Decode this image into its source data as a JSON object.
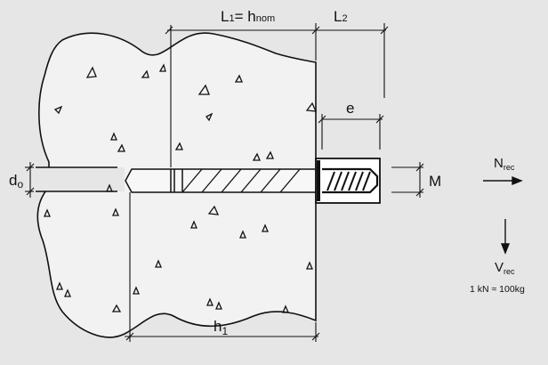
{
  "diagram": {
    "labels": {
      "L1": "L",
      "L1_sub": "1",
      "L1_eq": "= h",
      "L1_eq_sub": "nom",
      "L2": "L",
      "L2_sub": "2",
      "e": "e",
      "d0": "d",
      "d0_sub": "o",
      "M": "M",
      "h1": "h",
      "h1_sub": "1",
      "Nrec": "N",
      "Nrec_sub": "rec",
      "Vrec": "V",
      "Vrec_sub": "rec",
      "note": "1 kN ≈ 100kg"
    },
    "colors": {
      "background": "#e6e6e6",
      "concrete": "#f2f2f2",
      "line": "#111111"
    }
  }
}
